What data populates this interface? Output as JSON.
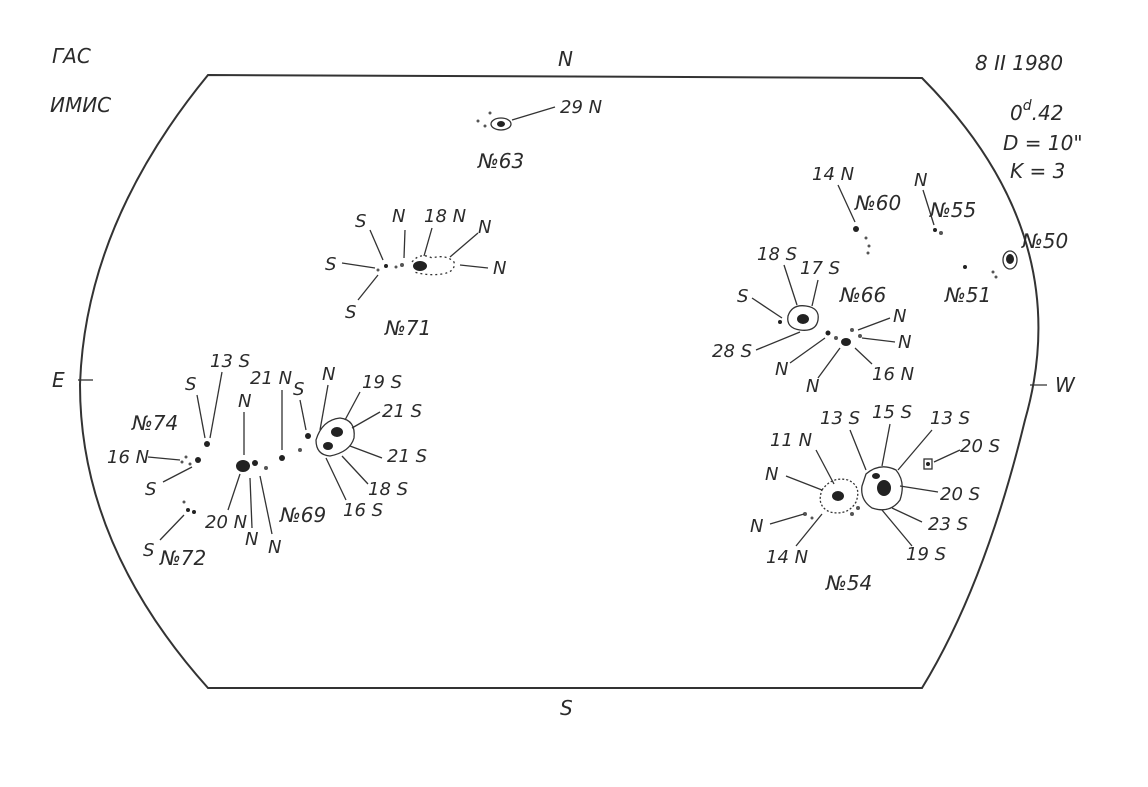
{
  "header": {
    "observatory": "ГАС",
    "institute": "ИМИС",
    "date": "8  II 1980",
    "time_base": "0",
    "time_sup": "d",
    "time_rest": ".42",
    "diameter": "D = 10\"",
    "k_value": "K = 3"
  },
  "compass": {
    "north": "N",
    "south": "S",
    "east": "E",
    "west": "W"
  },
  "groups": {
    "g63": {
      "name": "№63",
      "labels": [
        "29 N"
      ]
    },
    "g71": {
      "name": "№71",
      "labels": [
        "S",
        "N",
        "18 N",
        "N",
        "S",
        "N",
        "S"
      ]
    },
    "g60": {
      "name": "№60",
      "labels": [
        "14 N"
      ]
    },
    "g55": {
      "name": "№55",
      "labels": [
        "N"
      ]
    },
    "g50": {
      "name": "№50"
    },
    "g51": {
      "name": "№51"
    },
    "g66": {
      "name": "№66",
      "labels": [
        "18 S",
        "17 S",
        "S",
        "N",
        "N",
        "28 S",
        "N",
        "N",
        "16 N"
      ]
    },
    "g74": {
      "name": "№74",
      "labels": [
        "S",
        "13 S",
        "16 N",
        "S"
      ]
    },
    "g69": {
      "name": "№69",
      "labels": [
        "21 N",
        "N",
        "S",
        "N",
        "19 S",
        "21 S",
        "21 S",
        "18 S",
        "16 S",
        "20 N",
        "N",
        "N"
      ]
    },
    "g72": {
      "name": "№72",
      "labels": [
        "S"
      ]
    },
    "g54": {
      "name": "№54",
      "labels": [
        "11 N",
        "13 S",
        "15 S",
        "13 S",
        "20 S",
        "N",
        "20 S",
        "N",
        "23 S",
        "19 S",
        "14 N"
      ]
    }
  }
}
